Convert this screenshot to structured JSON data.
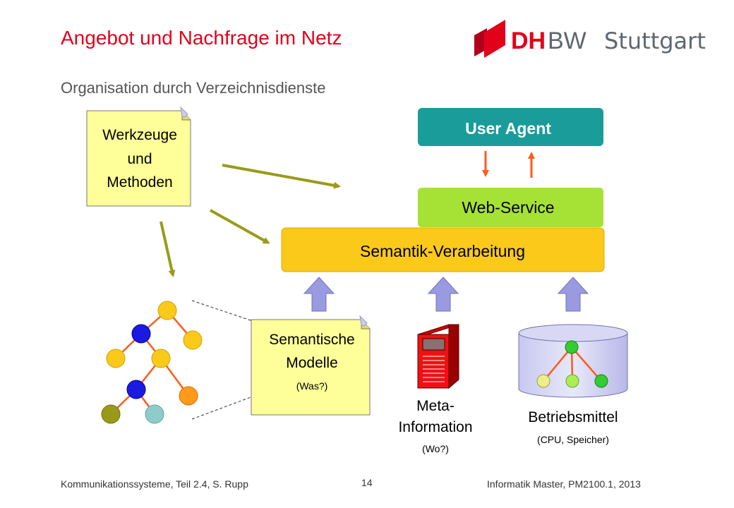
{
  "slide": {
    "title": "Angebot und Nachfrage im Netz",
    "subtitle": "Organisation durch Verzeichnisdienste"
  },
  "logo": {
    "part1": "DH",
    "part2": "BW",
    "city": "Stuttgart"
  },
  "diagram": {
    "notes": {
      "tools": [
        "Werkzeuge",
        "und",
        "Methoden"
      ],
      "models": [
        "Semantische",
        "Modelle"
      ],
      "models_sub": "(Was?)"
    },
    "boxes": {
      "user_agent": "User Agent",
      "web_service": "Web-Service",
      "semantic_processing": "Semantik-Verarbeitung"
    },
    "meta": {
      "label": [
        "Meta-",
        "Information"
      ],
      "sub": "(Wo?)"
    },
    "resources": {
      "label": "Betriebsmittel",
      "sub": "(CPU, Speicher)"
    }
  },
  "colors": {
    "accent_red": "#e2001a",
    "user_agent": "#1a9c9a",
    "web_service": "#a6e236",
    "semantic": "#fbc91a",
    "note": "#ffff99",
    "arrow_olive": "#9a9a1a",
    "arrow_orange": "#ff5a1a",
    "block_arrow": "#9a9ae0"
  },
  "footer": {
    "left": "Kommunikationssysteme, Teil 2.4,  S. Rupp",
    "page": "14",
    "right": "Informatik Master,  PM2100.1, 2013"
  }
}
